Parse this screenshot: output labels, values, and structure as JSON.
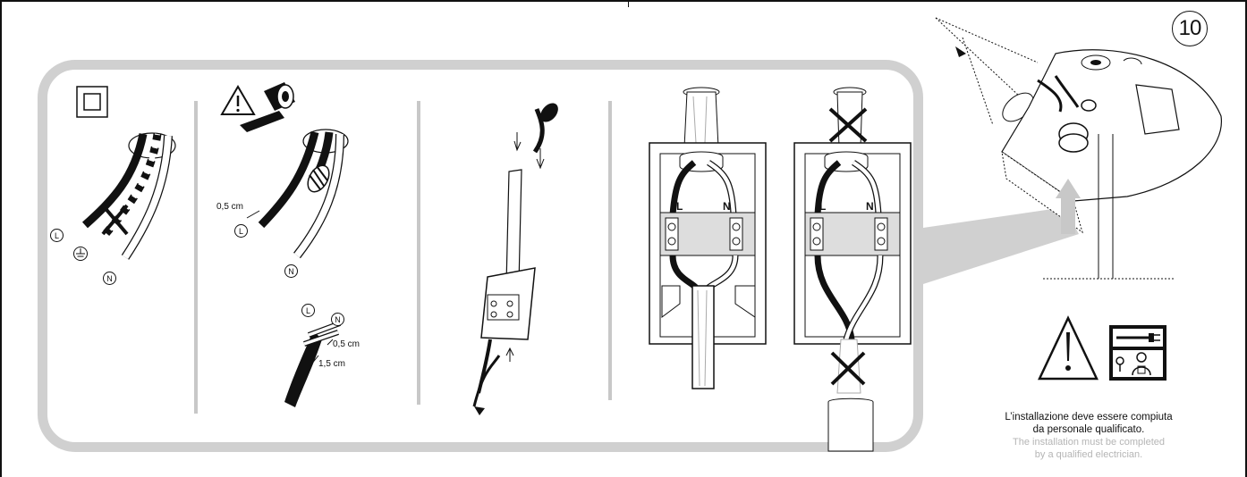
{
  "page_number": "10",
  "labels": {
    "L": "L",
    "N": "N",
    "len_05": "0,5 cm",
    "len_15": "1,5 cm"
  },
  "caption": {
    "it_line1": "L’installazione deve essere compiuta",
    "it_line2": "da personale qualificato.",
    "en_line1": "The installation must be completed",
    "en_line2": "by a qualified electrician."
  },
  "colors": {
    "ink": "#111111",
    "panel_gray": "#d0d0d0",
    "english_caption": "#b5b5b5"
  },
  "icons": [
    "double-insulation-icon",
    "warning-triangle-icon",
    "insulating-tape-icon",
    "ground-symbol-icon",
    "qualified-electrician-icon"
  ]
}
